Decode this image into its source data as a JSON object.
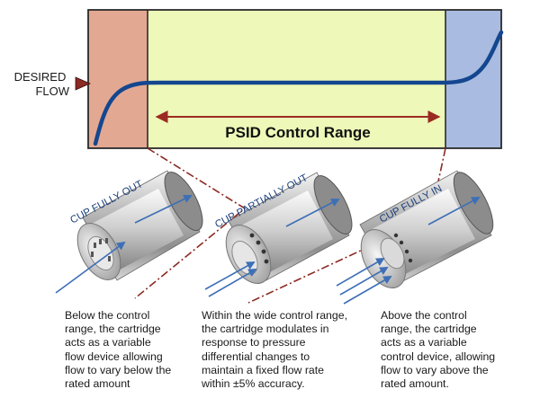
{
  "graph": {
    "desired_flow_label": [
      "DESIRED",
      "FLOW"
    ],
    "range_label": "PSID Control Range",
    "zone_colors": {
      "left": "#e3a892",
      "middle": "#eef8b8",
      "right": "#a9bbe0"
    },
    "curve_color": "#14478f",
    "arrow_color": "#9b2b22"
  },
  "cartridges": [
    {
      "label": "CUP FULLY OUT"
    },
    {
      "label": "CUP PARTIALLY OUT"
    },
    {
      "label": "CUP FULLY IN"
    }
  ],
  "captions": [
    {
      "lines": [
        "Below the control",
        "range, the cartridge",
        "acts as a variable",
        "flow device allowing",
        "flow to vary below the",
        "rated amount"
      ]
    },
    {
      "lines": [
        "Within the wide control range,",
        "the cartridge modulates in",
        "response to pressure",
        "differential changes to",
        "maintain a fixed flow rate",
        "within ±5% accuracy."
      ]
    },
    {
      "lines": [
        "Above the control",
        "range, the cartridge",
        "acts as a variable",
        "control device, allowing",
        "flow to vary above the",
        "rated amount."
      ]
    }
  ]
}
